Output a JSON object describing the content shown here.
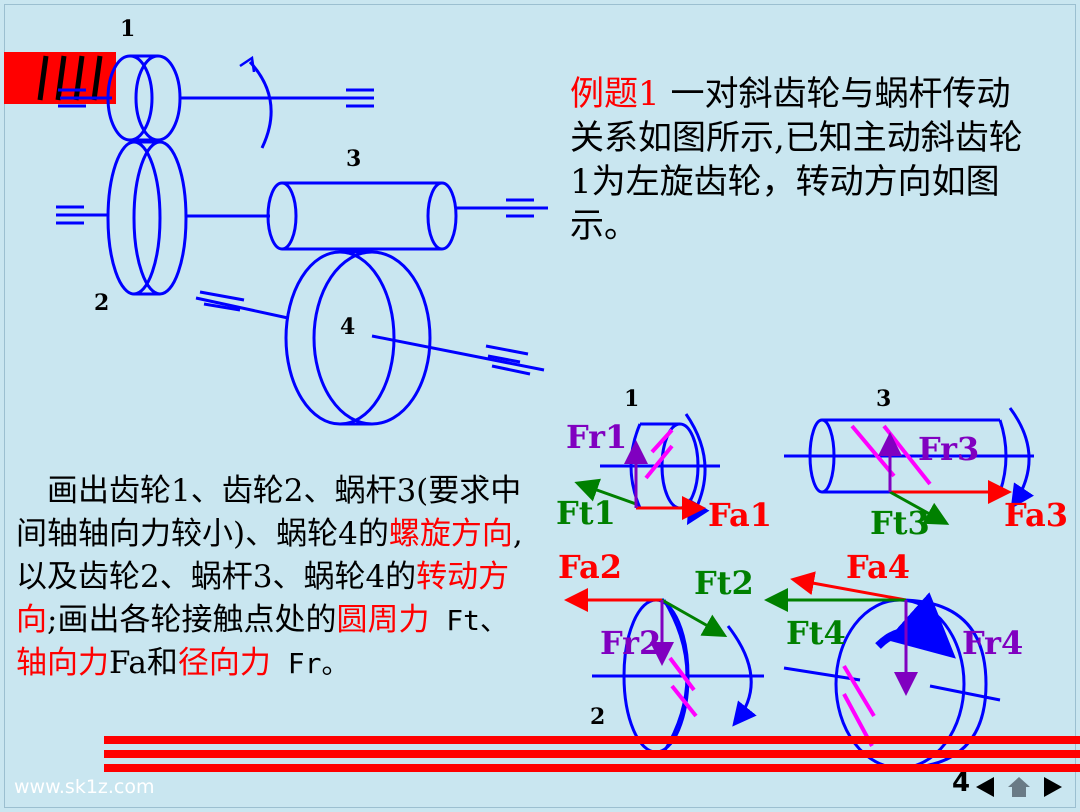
{
  "example": {
    "heading": "例题1",
    "text": " 一对斜齿轮与蜗杆传动关系如图所示,已知主动斜齿轮1为左旋齿轮，转动方向如图示。"
  },
  "problem": {
    "segments": [
      {
        "text": "　画出齿轮1、齿轮2、蜗杆3(要求中间轴轴向力较小)、蜗轮4的",
        "hl": false
      },
      {
        "text": "螺旋方向",
        "hl": true
      },
      {
        "text": ",以及齿轮2、蜗杆3、蜗轮4的",
        "hl": false
      },
      {
        "text": "转动方向",
        "hl": true
      },
      {
        "text": ";画出各轮接触点处的",
        "hl": false
      },
      {
        "text": "圆周力",
        "hl": true
      },
      {
        "text": " Ft、",
        "hl": false,
        "mono": true
      },
      {
        "text": "轴向力",
        "hl": true
      },
      {
        "text": "Fa和",
        "hl": false
      },
      {
        "text": "径向力",
        "hl": true
      },
      {
        "text": " Fr。",
        "hl": false,
        "mono": true
      }
    ]
  },
  "diagram_labels": {
    "n1": "1",
    "n2": "2",
    "n3": "3",
    "n4": "4",
    "s1": "1",
    "s2": "2",
    "s3": "3"
  },
  "forces": {
    "fr1": "Fr1",
    "ft1": "Ft1",
    "fa1": "Fa1",
    "fr3": "Fr3",
    "ft3": "Ft3",
    "fa3": "Fa3",
    "fa2": "Fa2",
    "ft2": "Ft2",
    "fr2": "Fr2",
    "fa4": "Fa4",
    "ft4": "Ft4",
    "fr4": "Fr4"
  },
  "footer": {
    "watermark": "www.sk1z.com",
    "page": "4"
  },
  "colors": {
    "blue": "#0000ff",
    "red": "#ff0000",
    "green": "#008000",
    "purple": "#8000c0",
    "magenta": "#ff00ff",
    "background": "#c9e6f0"
  }
}
